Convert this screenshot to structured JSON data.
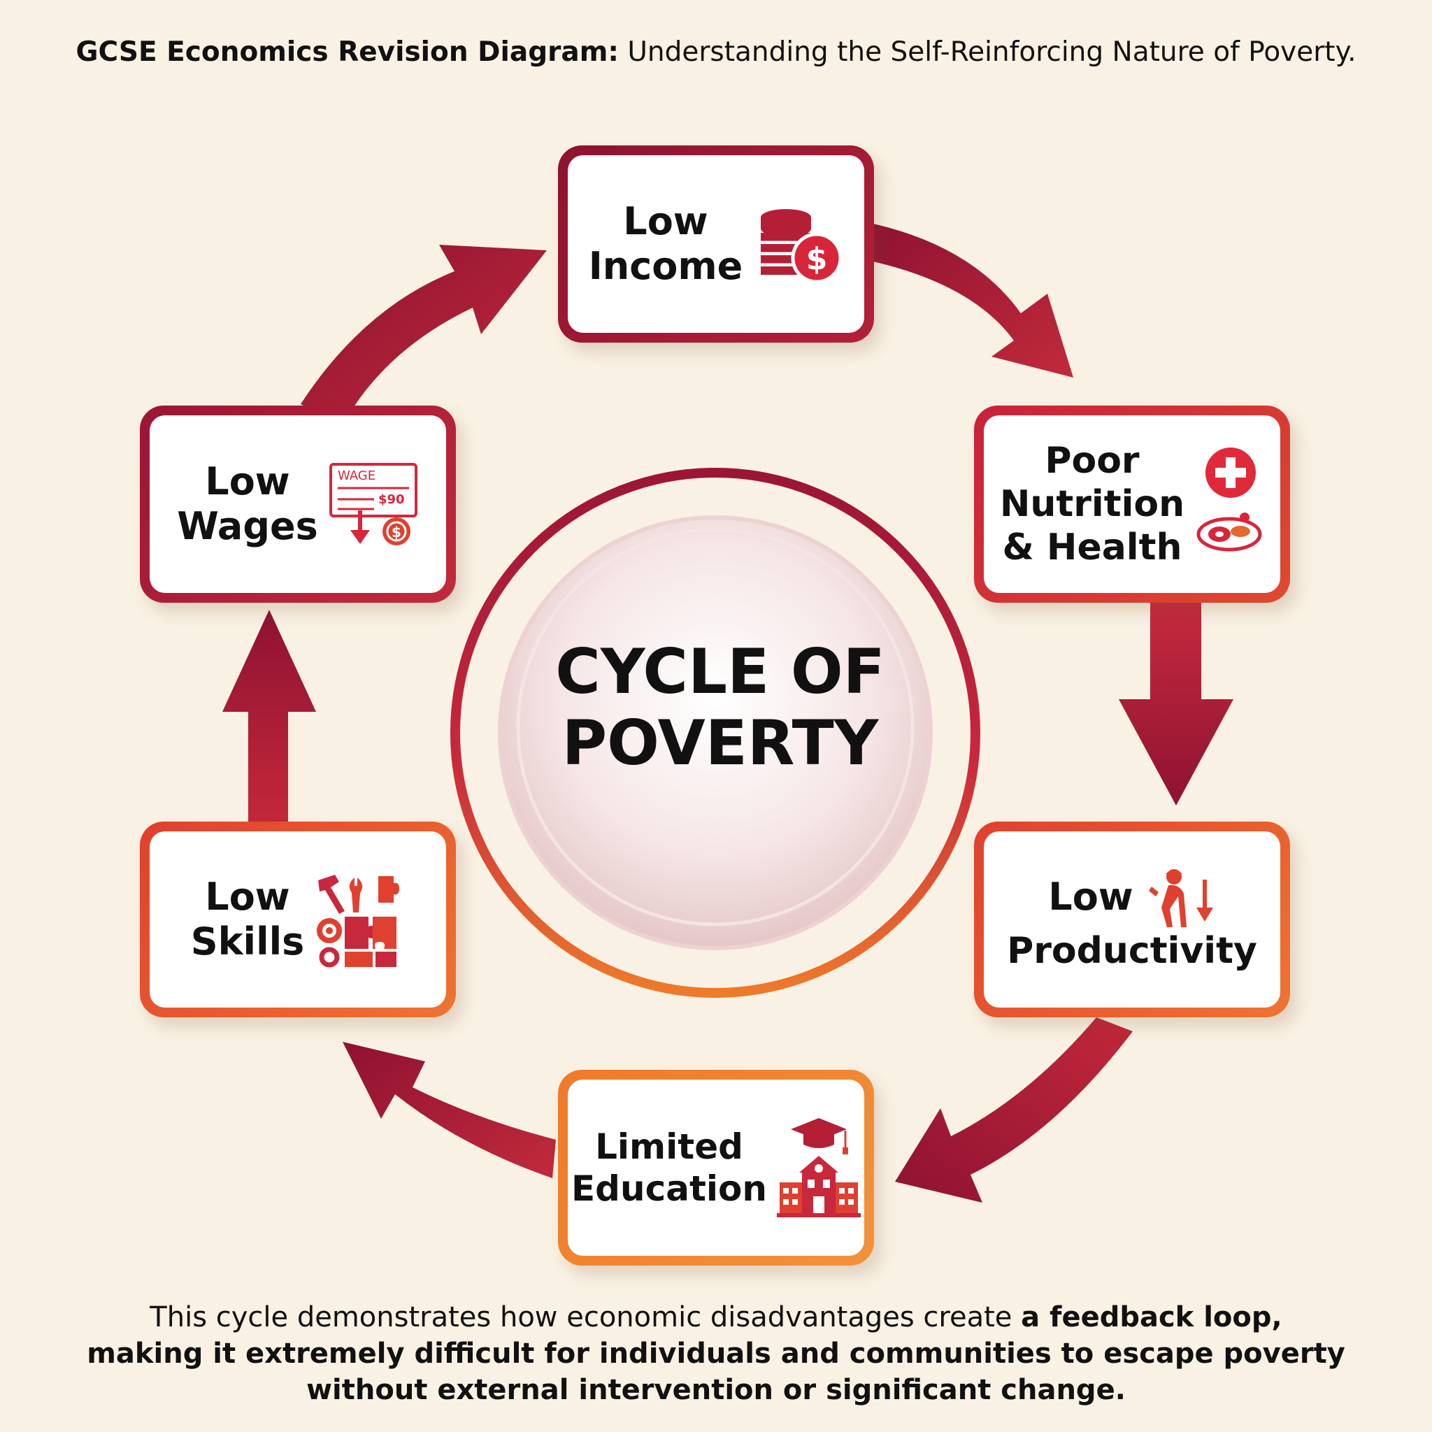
{
  "header": {
    "bold": "GCSE Economics Revision Diagram:",
    "rest": " Understanding the Self-Reinforcing Nature of Poverty."
  },
  "center": {
    "line1": "CYCLE OF",
    "line2": "POVERTY"
  },
  "nodes": {
    "low_income": {
      "line1": "Low",
      "line2": "Income",
      "icon": "coins-dollar-icon"
    },
    "poor_nutrition": {
      "line1": "Poor",
      "line2": "Nutrition",
      "line3": "& Health",
      "icon": "medical-cross-food-icon"
    },
    "low_productivity": {
      "line1": "Low",
      "line2": "Productivity",
      "icon": "tired-worker-down-arrow-icon"
    },
    "limited_education": {
      "line1": "Limited",
      "line2": "Education",
      "icon": "school-graduation-cap-icon"
    },
    "low_skills": {
      "line1": "Low",
      "line2": "Skills",
      "icon": "tools-puzzle-icon"
    },
    "low_wages": {
      "line1": "Low",
      "line2": "Wages",
      "icon": "wage-cheque-down-icon",
      "cheque_title": "WAGE",
      "cheque_amount": "$90"
    }
  },
  "footer": {
    "normal_1": "This cycle demonstrates how economic disadvantages create ",
    "bold_1": "a feedback loop,",
    "bold_2": "making it extremely difficult for individuals and communities to escape poverty",
    "bold_3": "without external intervention or significant change."
  },
  "colors": {
    "background": "#f9f1e3",
    "crimson": "#9b1535",
    "red": "#d2293a",
    "orange": "#ee7a2a"
  }
}
